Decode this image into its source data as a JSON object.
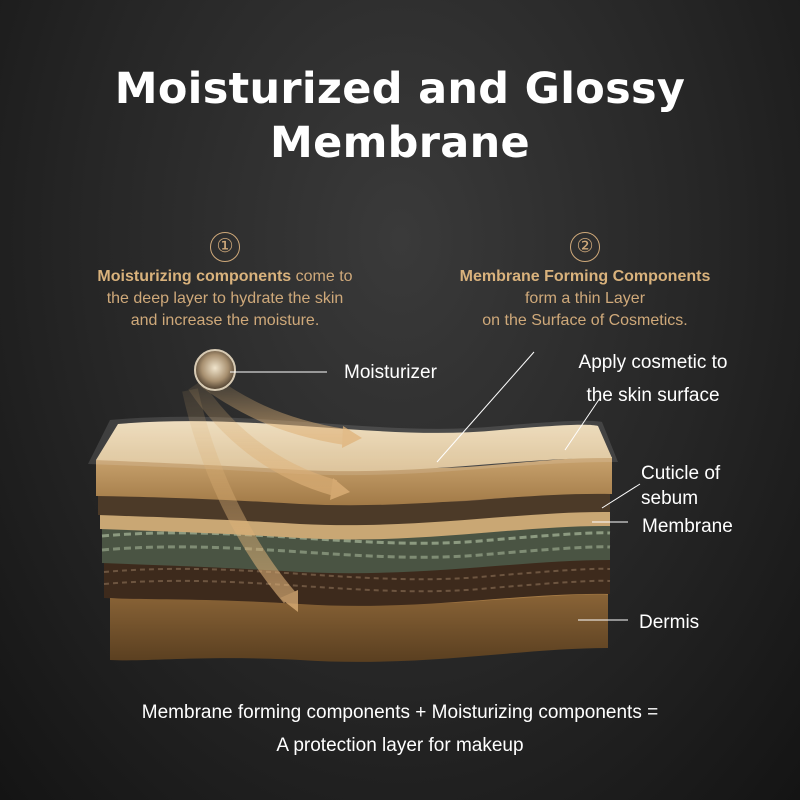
{
  "title": {
    "line1": "Moisturized and Glossy",
    "line2": "Membrane"
  },
  "steps": [
    {
      "number": "①",
      "highlight": "Moisturizing components",
      "rest": " come to",
      "line2": "the deep layer to hydrate the skin",
      "line3": "and increase the moisture."
    },
    {
      "number": "②",
      "highlight": "Membrane Forming Components",
      "line2": "form a thin Layer",
      "line3": "on the Surface of Cosmetics."
    }
  ],
  "labels": {
    "moisturizer": "Moisturizer",
    "apply_line1": "Apply cosmetic to",
    "apply_line2": "the skin surface",
    "cuticle_line1": "Cuticle of",
    "cuticle_line2": "sebum",
    "membrane": "Membrane",
    "dermis": "Dermis"
  },
  "footer": {
    "line1": "Membrane forming components + Moisturizing components =",
    "line2": "A protection layer for makeup"
  },
  "colors": {
    "accent": "#cfa97a",
    "text": "#ffffff",
    "background": "#262626"
  }
}
